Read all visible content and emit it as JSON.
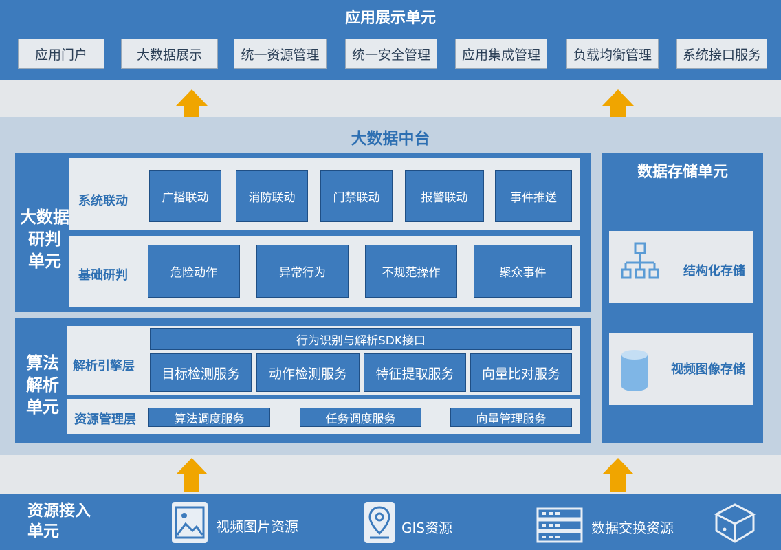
{
  "app": {
    "title": "应用展示单元",
    "items": [
      "应用门户",
      "大数据展示",
      "统一资源管理",
      "统一安全管理",
      "应用集成管理",
      "负载均衡管理",
      "系统接口服务"
    ]
  },
  "platform": {
    "title": "大数据中台"
  },
  "research": {
    "title_lines": [
      "大数据",
      "研判",
      "单元"
    ],
    "linkage": {
      "label": "系统联动",
      "items": [
        "广播联动",
        "消防联动",
        "门禁联动",
        "报警联动",
        "事件推送"
      ]
    },
    "basic": {
      "label": "基础研判",
      "items": [
        "危险动作",
        "异常行为",
        "不规范操作",
        "聚众事件"
      ]
    }
  },
  "algorithm": {
    "title_lines": [
      "算法",
      "解析",
      "单元"
    ],
    "engine": {
      "label": "解析引擎层",
      "sdk": "行为识别与解析SDK接口",
      "items": [
        "目标检测服务",
        "动作检测服务",
        "特征提取服务",
        "向量比对服务"
      ]
    },
    "resource": {
      "label": "资源管理层",
      "items": [
        "算法调度服务",
        "任务调度服务",
        "向量管理服务"
      ]
    }
  },
  "storage": {
    "title": "数据存储单元",
    "items": [
      {
        "label": "结构化存储",
        "icon": "hierarchy-icon"
      },
      {
        "label": "视频图像存储",
        "icon": "database-cylinder-icon"
      }
    ]
  },
  "access": {
    "title_lines": [
      "资源接入",
      "单元"
    ],
    "items": [
      {
        "label": "视频图片资源",
        "icon": "image-icon"
      },
      {
        "label": "GIS资源",
        "icon": "map-pin-icon"
      },
      {
        "label": "数据交换资源",
        "icon": "server-rack-icon"
      },
      {
        "label": "",
        "icon": "device-box-icon"
      }
    ]
  },
  "colors": {
    "primary": "#3d7bbd",
    "dark": "#2d6fb2",
    "arrow": "#f0a500",
    "mid_bg": "#c3d2e1",
    "light_bg": "#e7ebef"
  }
}
